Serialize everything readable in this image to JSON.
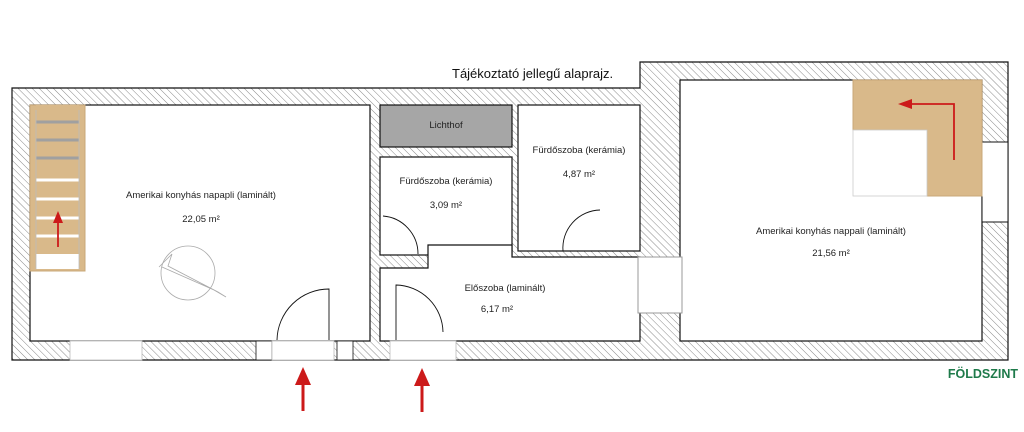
{
  "plan": {
    "title": "Tájékoztató jellegű alaprajz.",
    "level": "FÖLDSZINT",
    "colors": {
      "wall_line": "#111111",
      "hatch": "#8a8a8a",
      "lichthof": "#a6a6a6",
      "stair": "#d9b98a",
      "arrow": "#cc1a1a",
      "level_text": "#1e7a4a"
    },
    "rooms": [
      {
        "id": "living-left",
        "name": "Amerikai konyhás napapli (laminált)",
        "area": "22,05 m²"
      },
      {
        "id": "lichthof",
        "name": "Lichthof",
        "area": ""
      },
      {
        "id": "bath-small",
        "name": "Fürdőszoba (kerámia)",
        "area": "3,09 m²"
      },
      {
        "id": "bath-large",
        "name": "Fürdőszoba (kerámia)",
        "area": "4,87 m²"
      },
      {
        "id": "hall",
        "name": "Előszoba (laminált)",
        "area": "6,17 m²"
      },
      {
        "id": "living-right",
        "name": "Amerikai konyhás nappali (laminált)",
        "area": "21,56 m²"
      }
    ],
    "icons": [
      "compass-icon",
      "stair-up-arrow-icon",
      "entrance-arrow-icon"
    ]
  }
}
